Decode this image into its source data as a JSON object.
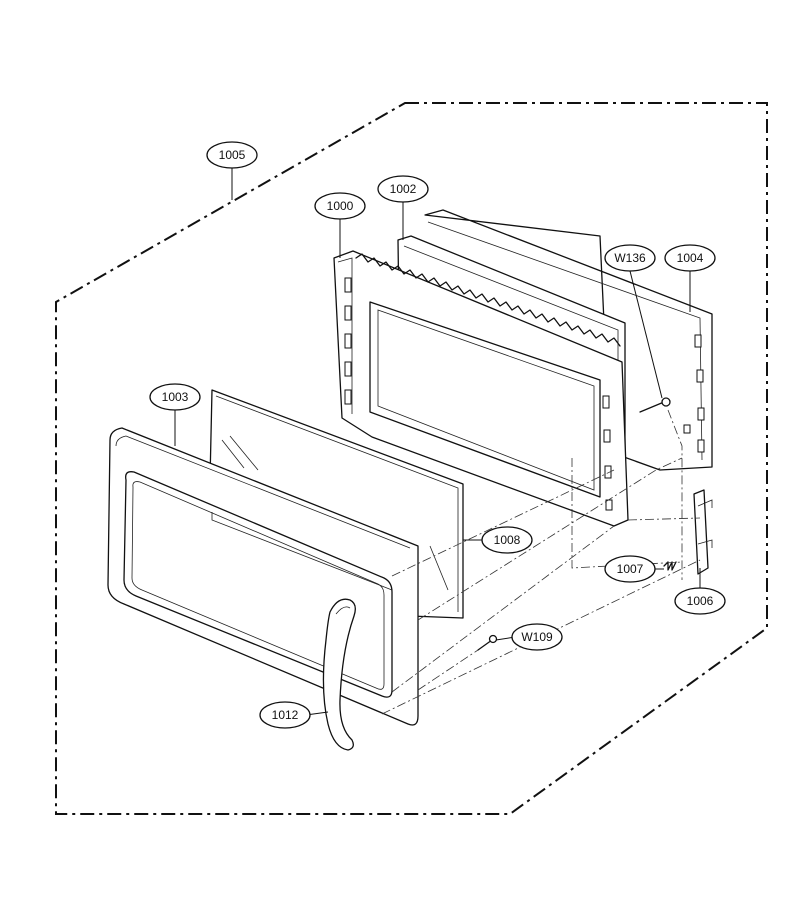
{
  "parts": [
    {
      "id": "1005",
      "label": "1005"
    },
    {
      "id": "1000",
      "label": "1000"
    },
    {
      "id": "1002",
      "label": "1002"
    },
    {
      "id": "W136",
      "label": "W136"
    },
    {
      "id": "1004",
      "label": "1004"
    },
    {
      "id": "1003",
      "label": "1003"
    },
    {
      "id": "1008",
      "label": "1008"
    },
    {
      "id": "1007",
      "label": "1007"
    },
    {
      "id": "1006",
      "label": "1006"
    },
    {
      "id": "W109",
      "label": "W109"
    },
    {
      "id": "1012",
      "label": "1012"
    }
  ]
}
